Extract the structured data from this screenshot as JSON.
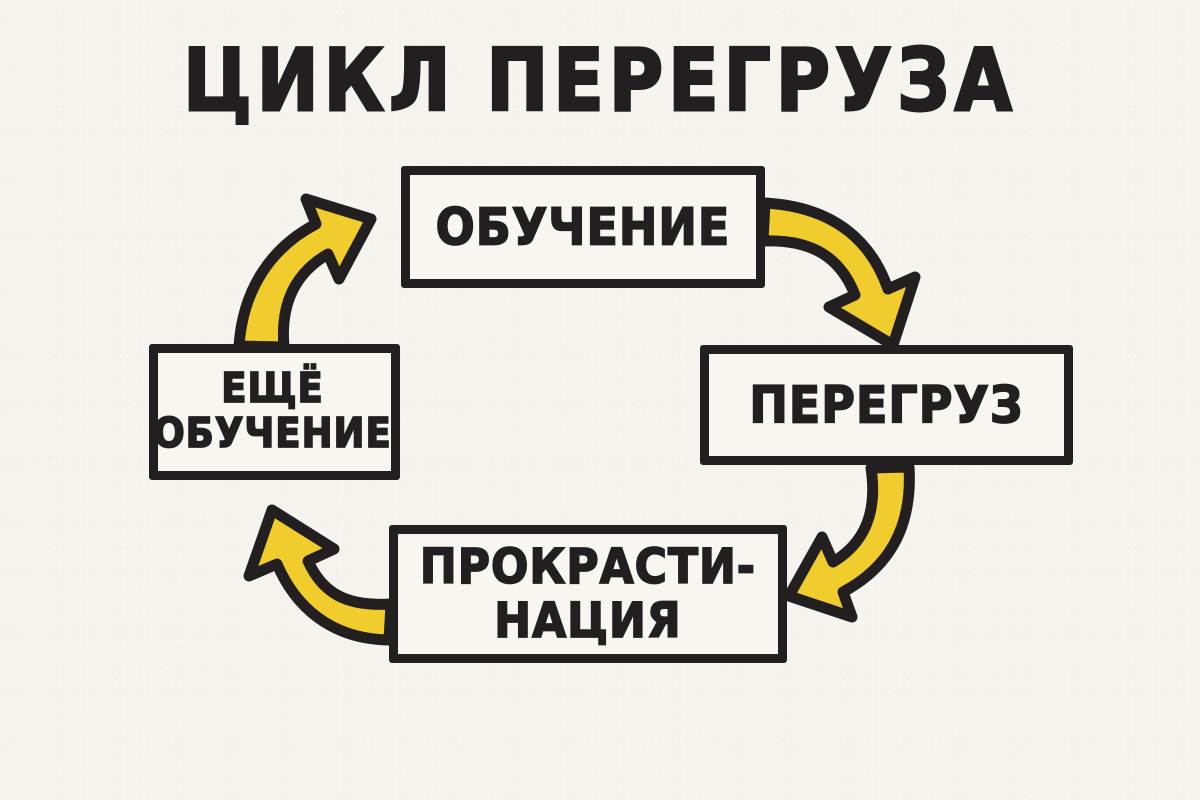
{
  "title": "ЦИКЛ ПЕРЕГРУЗА",
  "theme": {
    "background": "#F5F4EF",
    "ink": "#231F20",
    "accent_yellow": "#F0CC2C",
    "box_fill": "#F7F6F1"
  },
  "diagram": {
    "type": "cycle",
    "direction": "clockwise",
    "nodes": [
      {
        "id": "learning",
        "label": "ОБУЧЕНИЕ",
        "position": "top"
      },
      {
        "id": "overload",
        "label": "ПЕРЕГРУЗ",
        "position": "right"
      },
      {
        "id": "procrast",
        "label": "ПРОКРАСТИ-\nНАЦИЯ",
        "position": "bottom"
      },
      {
        "id": "morelearn",
        "label": "ЕЩЁ\nОБУЧЕНИЕ",
        "position": "left"
      }
    ],
    "arrows": [
      {
        "id": "arrow-learning-to-overload",
        "from": "learning",
        "to": "overload",
        "color": "#F0CC2C"
      },
      {
        "id": "arrow-overload-to-procrast",
        "from": "overload",
        "to": "procrast",
        "color": "#F0CC2C"
      },
      {
        "id": "arrow-procrast-to-morelearn",
        "from": "procrast",
        "to": "morelearn",
        "color": "#F0CC2C"
      },
      {
        "id": "arrow-morelearn-to-learning",
        "from": "morelearn",
        "to": "learning",
        "color": "#F0CC2C"
      }
    ]
  }
}
